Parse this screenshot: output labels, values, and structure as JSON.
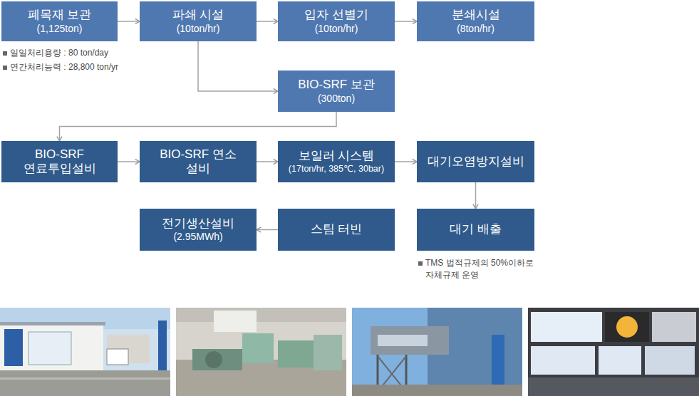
{
  "diagram": {
    "nodes": [
      {
        "text": [
          "폐목재 보관",
          "(1,125ton)"
        ]
      },
      {
        "text": [
          "파쇄 시설",
          "(10ton/hr)"
        ]
      },
      {
        "text": [
          "입자 선별기",
          "(10ton/hr)"
        ]
      },
      {
        "text": [
          "분쇄시설",
          "(8ton/hr)"
        ]
      },
      {
        "text": [
          "BIO-SRF 보관",
          "(300ton)"
        ]
      },
      {
        "text": [
          "BIO-SRF 연료투입설비"
        ]
      },
      {
        "text": [
          "BIO-SRF 연소 설비"
        ]
      },
      {
        "text": [
          "보일러 시스템",
          "(17ton/hr, 385℃, 30bar)"
        ]
      },
      {
        "text": [
          "대기오염방지설비"
        ]
      },
      {
        "text": [
          "전기생산설비",
          "(2.95MWh)"
        ]
      },
      {
        "text": [
          "스팀 터빈"
        ]
      },
      {
        "text": [
          "대기 배출"
        ]
      }
    ],
    "edges": [
      {
        "from": 0,
        "to": 1,
        "arrow": "to"
      },
      {
        "from": 1,
        "to": 2,
        "arrow": "to"
      },
      {
        "from": 2,
        "to": 3,
        "arrow": "to"
      },
      {
        "from": 1,
        "to": 4,
        "arrow": "to"
      },
      {
        "from": 4,
        "to": 5,
        "arrow": "to"
      },
      {
        "from": 5,
        "to": 6,
        "arrow": "to"
      },
      {
        "from": 6,
        "to": 7,
        "arrow": "to"
      },
      {
        "from": 7,
        "to": 8,
        "arrow": "to"
      },
      {
        "from": 8,
        "to": 11,
        "arrow": "to"
      },
      {
        "from": 10,
        "to": 9,
        "arrow": "to"
      }
    ],
    "labels": [
      "일일처리용량 : 80 ton/day",
      "연간처리능력 : 28,800 ton/yr",
      "TMS 법적규제의 50%이하로 자체규제 운영"
    ]
  }
}
